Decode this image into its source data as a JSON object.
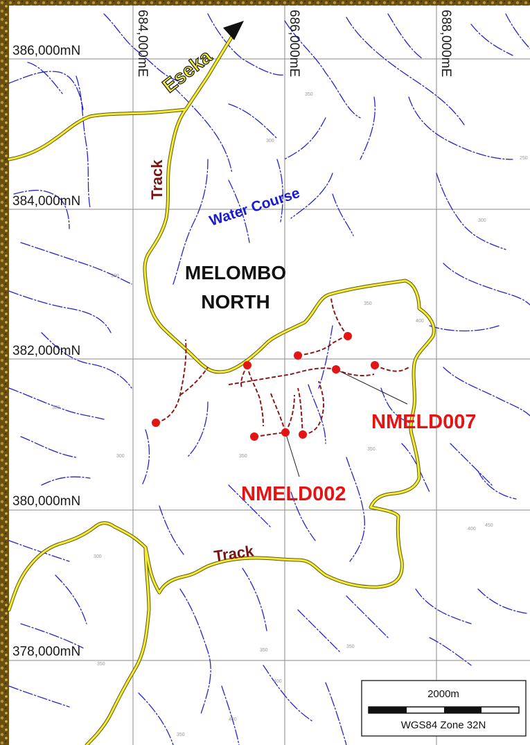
{
  "map": {
    "northings": [
      "386,000mN",
      "384,000mN",
      "382,000mN",
      "380,000mN",
      "378,000mN"
    ],
    "eastings": [
      "684,000mE",
      "686,000mE",
      "688,000mE"
    ],
    "labels": {
      "eseka": "Eseka",
      "track_north": "Track",
      "track_south": "Track",
      "water_course": "Water Course",
      "prospect_line1": "MELOMBO",
      "prospect_line2": "NORTH",
      "drillhole_1": "NMELD007",
      "drillhole_2": "NMELD002"
    },
    "scale_bar": {
      "distance": "2000m",
      "projection": "WGS84 Zone 32N"
    },
    "contour_labels": [
      "300",
      "350",
      "300",
      "350",
      "400",
      "300",
      "350",
      "300",
      "350",
      "400",
      "450",
      "300",
      "350",
      "400",
      "350",
      "300",
      "250",
      "350",
      "400",
      "350"
    ],
    "colors": {
      "road": "#f4ea3a",
      "road_outline": "#6b6400",
      "water": "#2020c0",
      "drill_trace": "#8b1a1a",
      "drillhole": "#e31414",
      "drillhole_label": "#e31414",
      "track_label": "#7a1414",
      "grid": "#8a8a8a",
      "border": "#c9a227"
    }
  }
}
